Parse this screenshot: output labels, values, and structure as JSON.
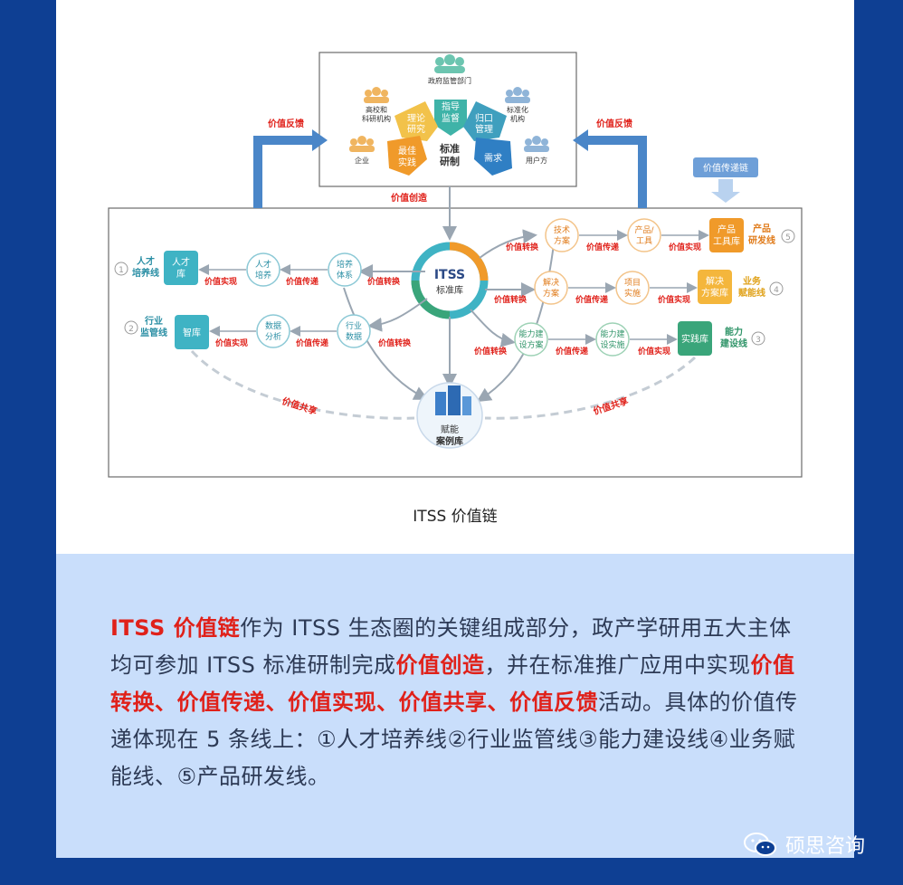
{
  "caption": "ITSS 价值链",
  "top_box": {
    "center": [
      "标准",
      "研制"
    ],
    "petals": {
      "guide": [
        "指导",
        "监督"
      ],
      "theory": [
        "理论",
        "研究"
      ],
      "manage": [
        "归口",
        "管理"
      ],
      "practice": [
        "最佳",
        "实践"
      ],
      "demand": "需求"
    },
    "actors": {
      "gov": "政府监管部门",
      "univ": [
        "高校和",
        "科研机构"
      ],
      "stdorg": [
        "标准化",
        "机构"
      ],
      "enterprise": "企业",
      "user": "用户方"
    }
  },
  "labels": {
    "feedback": "价值反馈",
    "create": "价值创造",
    "chain": "价值传递链",
    "convert": "价值转换",
    "transfer": "价值传递",
    "realize": "价值实现",
    "share": "价值共享"
  },
  "hub": {
    "title": "ITSS",
    "sub": "标准库"
  },
  "case_lib": [
    "赋能",
    "案例库"
  ],
  "left_flow": {
    "lib1": [
      "人才",
      "库"
    ],
    "n1": [
      "人才",
      "培养"
    ],
    "n2": [
      "培养",
      "体系"
    ],
    "lib2": "智库",
    "n3": [
      "数据",
      "分析"
    ],
    "n4": [
      "行业",
      "数据"
    ]
  },
  "right_flow": {
    "r1a": [
      "技术",
      "方案"
    ],
    "r1b": [
      "产品/",
      "工具"
    ],
    "r1c": [
      "产品",
      "工具库"
    ],
    "r2a": [
      "解决",
      "方案"
    ],
    "r2b": [
      "项目",
      "实施"
    ],
    "r2c": [
      "解决",
      "方案库"
    ],
    "r3a": [
      "能力建",
      "设方案"
    ],
    "r3b": [
      "能力建",
      "设实施"
    ],
    "r3c": "实践库"
  },
  "lines": {
    "l1": {
      "num": "1",
      "text": [
        "人才",
        "培养线"
      ]
    },
    "l2": {
      "num": "2",
      "text": [
        "行业",
        "监管线"
      ]
    },
    "l3": {
      "num": "3",
      "text": [
        "能力",
        "建设线"
      ]
    },
    "l4": {
      "num": "4",
      "text": [
        "业务",
        "赋能线"
      ]
    },
    "l5": {
      "num": "5",
      "text": [
        "产品",
        "研发线"
      ]
    }
  },
  "body": {
    "p1_hl": "ITSS 价值链",
    "p1": "作为 ITSS 生态圈的关键组成部分，政产学研用五大主体均可参加 ITSS 标准研制完成",
    "p2_hl": "价值创造",
    "p2": "，并在标准推广应用中实现",
    "p3_hl": "价值转换、价值传递、价值实现、价值共享、价值反馈",
    "p3": "活动。具体的价值传递体现在 5 条线上：①人才培养线②行业监管线③能力建设线④业务赋能线、⑤产品研发线。"
  },
  "watermark": "硕思咨询",
  "colors": {
    "accent_red": "#e0211a",
    "arrow_blue": "#4a86c8",
    "teal": "#3fb3c4",
    "orange": "#f09a2a",
    "green": "#3aa57a"
  }
}
